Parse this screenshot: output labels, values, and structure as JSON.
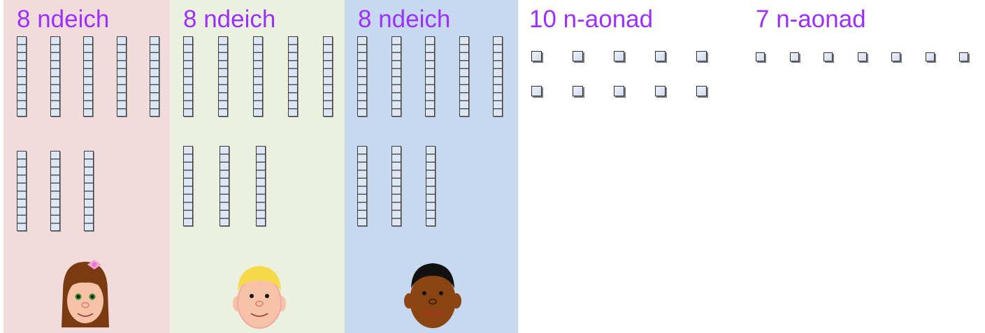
{
  "panels": [
    {
      "label": "8 ndeich",
      "background": "#f2dcdb",
      "tens_rods": 8,
      "child": "girl-face-icon"
    },
    {
      "label": "8 ndeich",
      "background": "#ebf1de",
      "tens_rods": 8,
      "child": "blond-boy-face-icon"
    },
    {
      "label": "8 ndeich",
      "background": "#c6d9f1",
      "tens_rods": 8,
      "child": "dark-boy-face-icon"
    }
  ],
  "unit_groups": [
    {
      "label": "10 n-aonad",
      "count": 10
    },
    {
      "label": "7 n-aonad",
      "count": 7
    }
  ],
  "colors": {
    "label_text": "#9b30ff",
    "rod_fill": "#dde6f4",
    "unit_fill": "#dae3f0"
  }
}
